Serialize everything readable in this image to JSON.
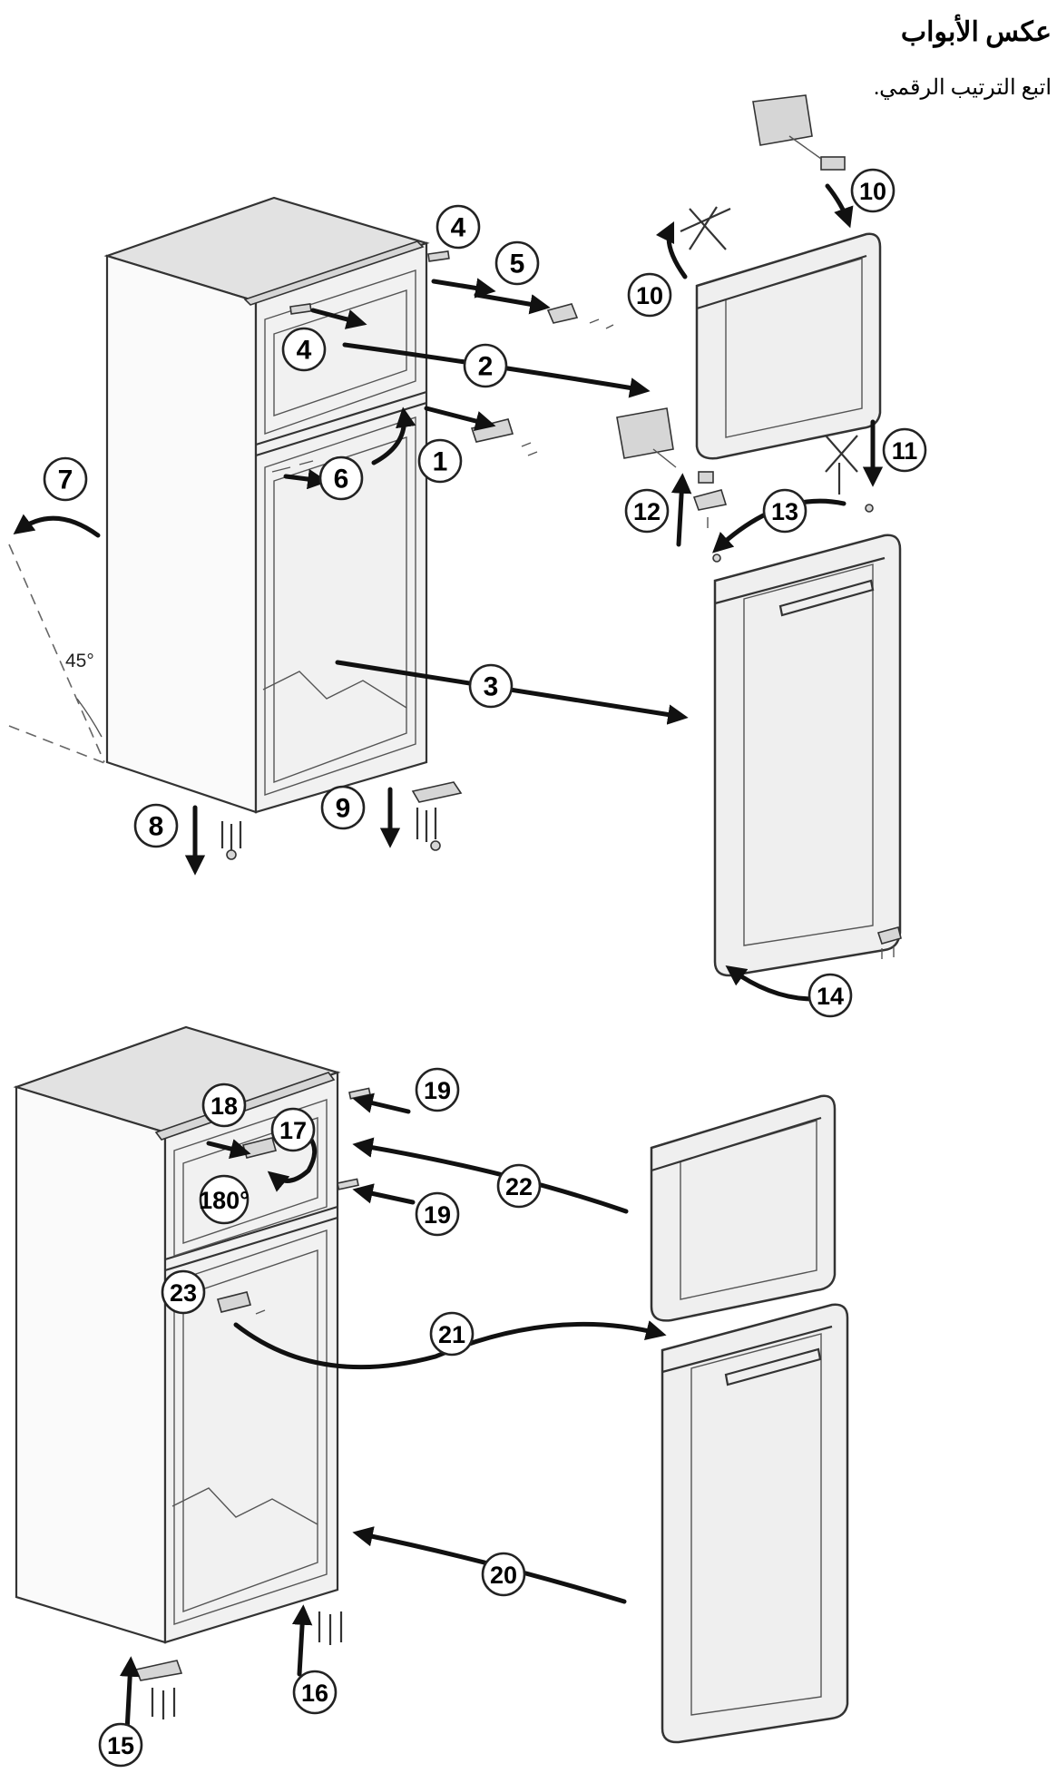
{
  "title": "عكس الأبواب",
  "instruction": "اتبع الترتيب الرقمي.",
  "angle_label": "45°",
  "rotation_label": "180°",
  "step_numbers": {
    "s1": "1",
    "s2": "2",
    "s3": "3",
    "s4a": "4",
    "s4b": "4",
    "s5": "5",
    "s6": "6",
    "s7": "7",
    "s8": "8",
    "s9": "9",
    "s10a": "10",
    "s10b": "10",
    "s11": "11",
    "s12": "12",
    "s13": "13",
    "s14": "14",
    "s15": "15",
    "s16": "16",
    "s17": "17",
    "s18": "18",
    "s19a": "19",
    "s19b": "19",
    "s20": "20",
    "s21": "21",
    "s22": "22",
    "s23": "23"
  }
}
